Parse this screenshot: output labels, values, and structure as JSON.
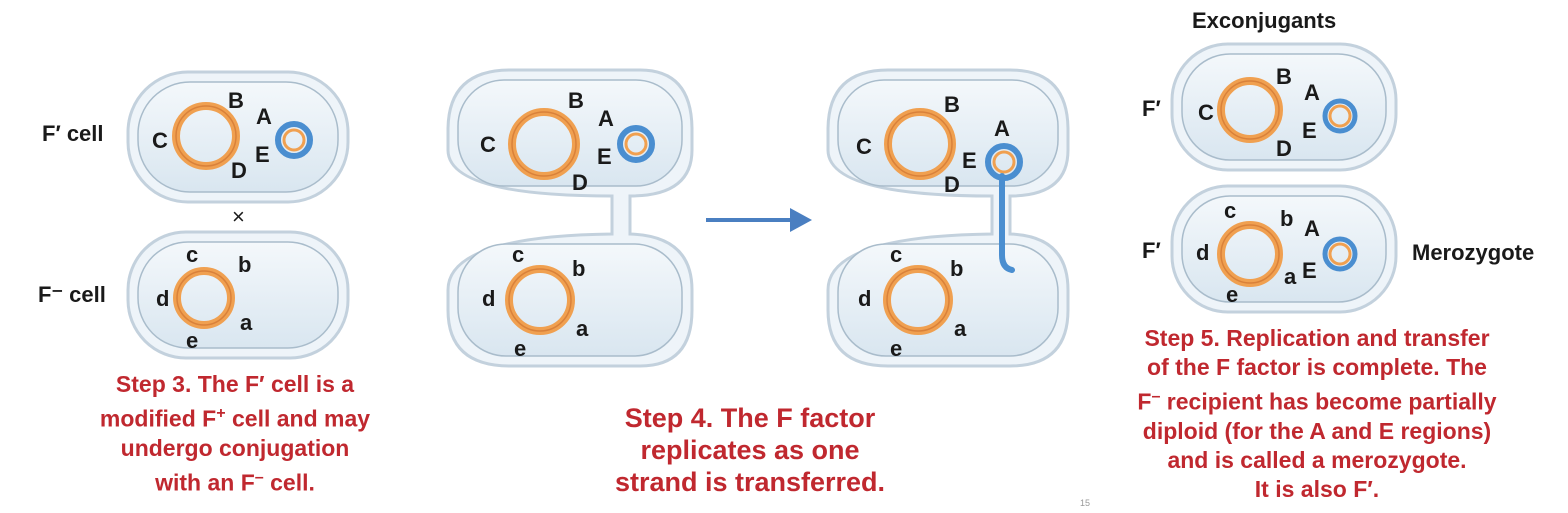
{
  "colors": {
    "caption": "#c0282f",
    "chromosome": "#f0a050",
    "plasmid": "#4a8ed0",
    "cell_fill": "#e6eff6",
    "cell_outline": "#b8c8d6",
    "arrow": "#4a7fc1",
    "marker": "#9a6fc0"
  },
  "step3": {
    "f_prime_label": "F′ cell",
    "f_minus_label": "F⁻ cell",
    "cross": "×",
    "genes_upper": [
      "B",
      "A",
      "C",
      "E",
      "D"
    ],
    "genes_lower": [
      "c",
      "b",
      "d",
      "a",
      "e"
    ],
    "caption": {
      "l1": "Step 3. The F′ cell is a",
      "l2a": "modified F",
      "l2sup": "+",
      "l2b": " cell and may",
      "l3": "undergo conjugation",
      "l4a": "with an F",
      "l4sup": "–",
      "l4b": " cell."
    }
  },
  "step4": {
    "genes_upper": [
      "B",
      "A",
      "C",
      "E",
      "D"
    ],
    "genes_lower": [
      "c",
      "b",
      "d",
      "a",
      "e"
    ],
    "caption": {
      "l1": "Step 4. The F factor",
      "l2": "replicates as one",
      "l3": "strand is transferred."
    }
  },
  "transfer": {
    "genes_upper": [
      "B",
      "A",
      "C",
      "E",
      "D"
    ],
    "genes_lower": [
      "c",
      "b",
      "d",
      "a",
      "e"
    ]
  },
  "step5": {
    "title": "Exconjugants",
    "upper_label": "F′",
    "lower_label": "F′",
    "merozygote_label": "Merozygote",
    "genes_upper": [
      "B",
      "A",
      "C",
      "E",
      "D"
    ],
    "genes_lower": [
      "c",
      "b",
      "A",
      "d",
      "E",
      "a",
      "e"
    ],
    "caption": {
      "l1": "Step 5. Replication and transfer",
      "l2": "of the F factor is complete. The",
      "l3a": "F",
      "l3sup": "–",
      "l3b": " recipient has become partially",
      "l4": "diploid (for the A and E regions)",
      "l5": "and is called a merozygote.",
      "l6": "It is also F′."
    }
  },
  "page_number": "15"
}
